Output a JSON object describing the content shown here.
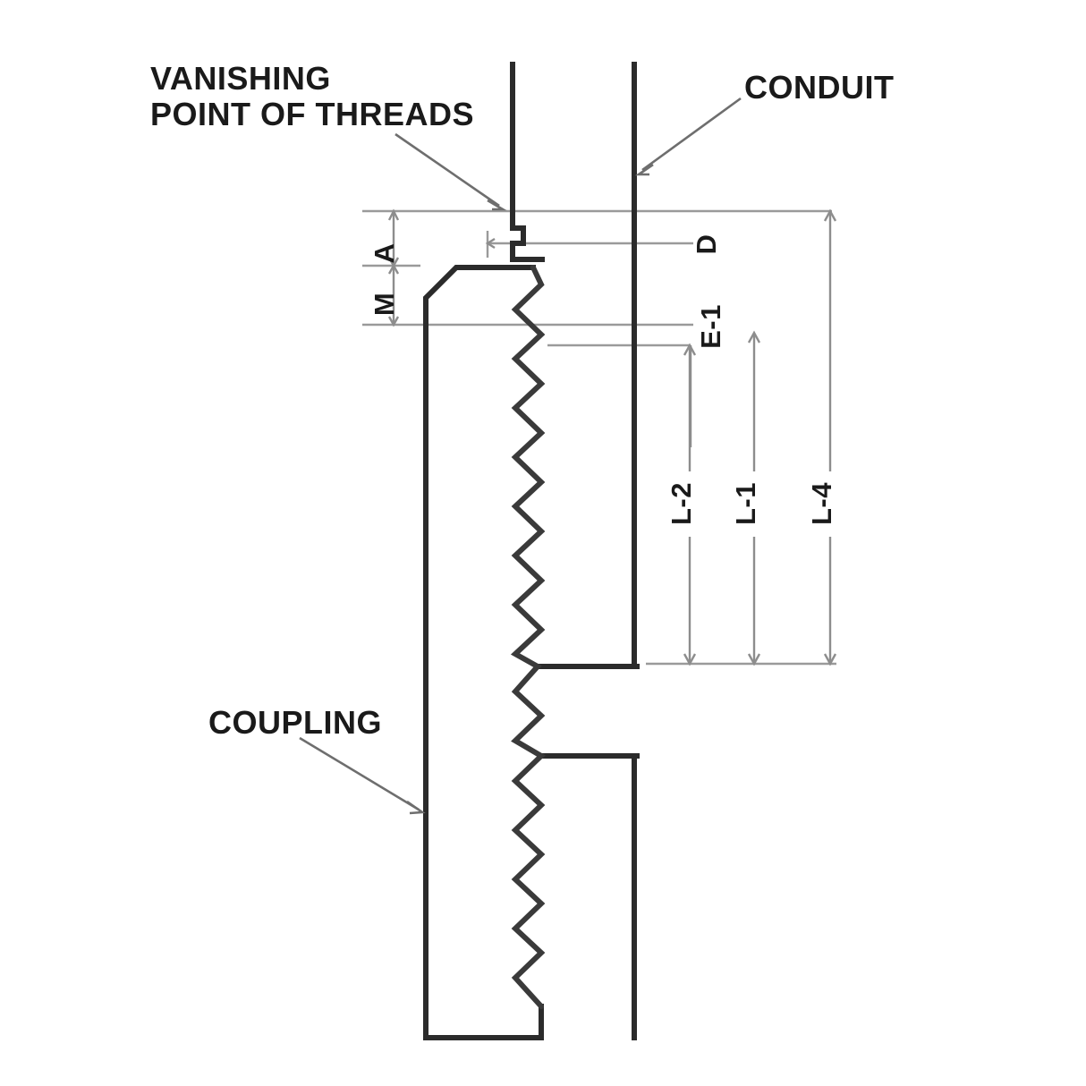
{
  "diagram": {
    "title": "Conduit Coupling Thread Engagement Diagram",
    "background_color": "#ffffff",
    "line_color": "#2b2b2b",
    "dimension_color": "#8d8d8d",
    "text_color": "#1a1a1a"
  },
  "callouts": {
    "vanishing_point_line1": "VANISHING",
    "vanishing_point_line2": "POINT OF THREADS",
    "conduit": "CONDUIT",
    "coupling": "COUPLING"
  },
  "dimensions": {
    "a": "A",
    "m": "M",
    "d": "D",
    "e1": "E-1",
    "l2": "L-2",
    "l1": "L-1",
    "l4": "L-4"
  },
  "parts": {
    "conduit_name": "conduit",
    "coupling_name": "coupling",
    "thread_name": "thread-profile"
  }
}
